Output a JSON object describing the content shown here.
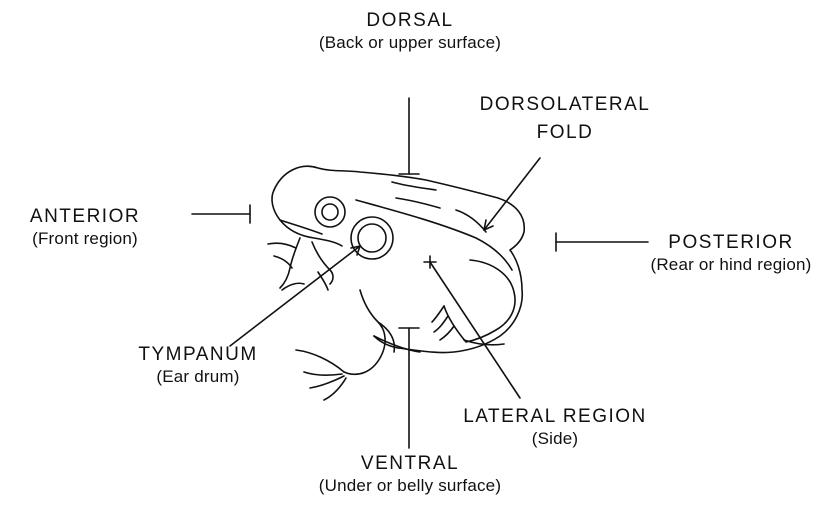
{
  "labels": {
    "dorsal": {
      "title": "DORSAL",
      "subtitle": "(Back or upper surface)"
    },
    "dorsolateral": {
      "line1": "DORSOLATERAL",
      "line2": "FOLD"
    },
    "anterior": {
      "title": "ANTERIOR",
      "subtitle": "(Front region)"
    },
    "posterior": {
      "title": "POSTERIOR",
      "subtitle": "(Rear or hind region)"
    },
    "tympanum": {
      "title": "TYMPANUM",
      "subtitle": "(Ear drum)"
    },
    "lateral": {
      "title": "LATERAL REGION",
      "subtitle": "(Side)"
    },
    "ventral": {
      "title": "VENTRAL",
      "subtitle": "(Under or belly surface)"
    }
  },
  "colors": {
    "ink": "#111111",
    "background": "#ffffff"
  },
  "illustration": "frog-line-drawing"
}
